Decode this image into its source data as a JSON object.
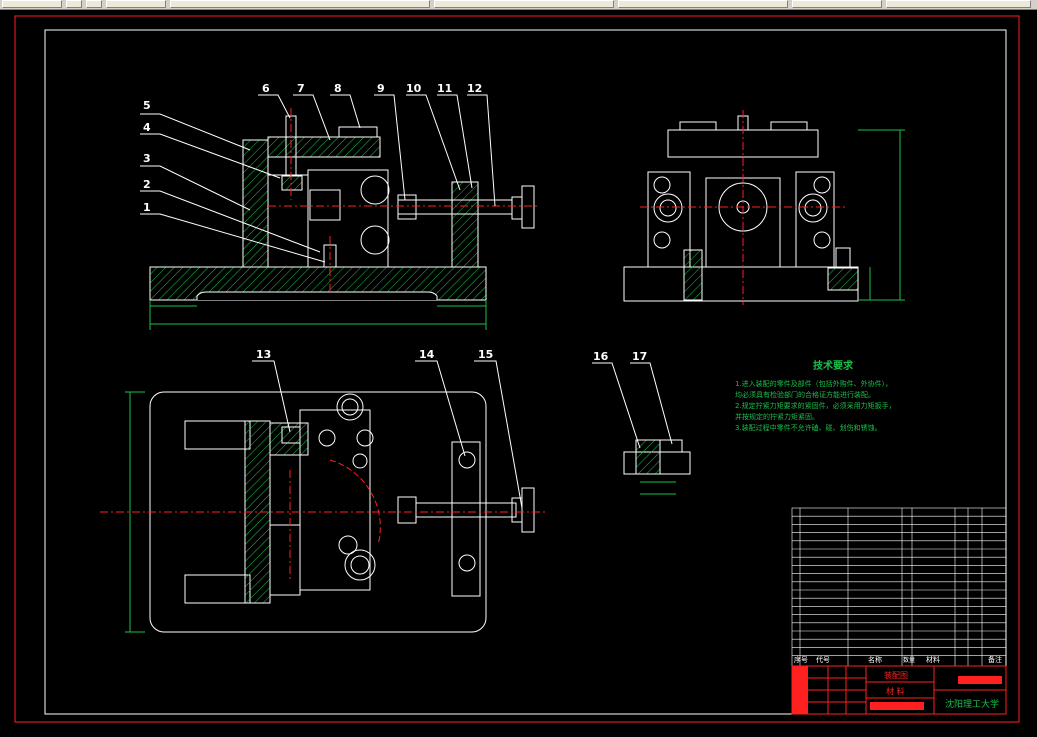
{
  "balloons": [
    "1",
    "2",
    "3",
    "4",
    "5",
    "6",
    "7",
    "8",
    "9",
    "10",
    "11",
    "12",
    "13",
    "14",
    "15",
    "16",
    "17"
  ],
  "tech_title": "技术要求",
  "tech_lines": [
    "1.进入装配的零件及部件（包括外购件、外协件），",
    "均必须具有检验部门的合格证方能进行装配。",
    "2.规定拧紧力矩要求的紧固件，必须采用力矩扳手，",
    "并按规定的拧紧力矩紧固。",
    "3.装配过程中零件不允许磕、碰、划伤和锈蚀。"
  ],
  "bom_headers": {
    "seq": "序号",
    "code": "代号",
    "name": "名称",
    "qty": "数量",
    "material": "材料",
    "remark": "备注"
  },
  "title_block": {
    "drawing": "装配图",
    "material_label": "材 料",
    "school": "沈阳理工大学"
  },
  "colors": {
    "part": "#ffffff",
    "hatch": "#1bbf4a",
    "center": "#ff2020",
    "dim": "#1bbf4a",
    "frame": "#ff2020",
    "text": "#1bbf4a"
  }
}
